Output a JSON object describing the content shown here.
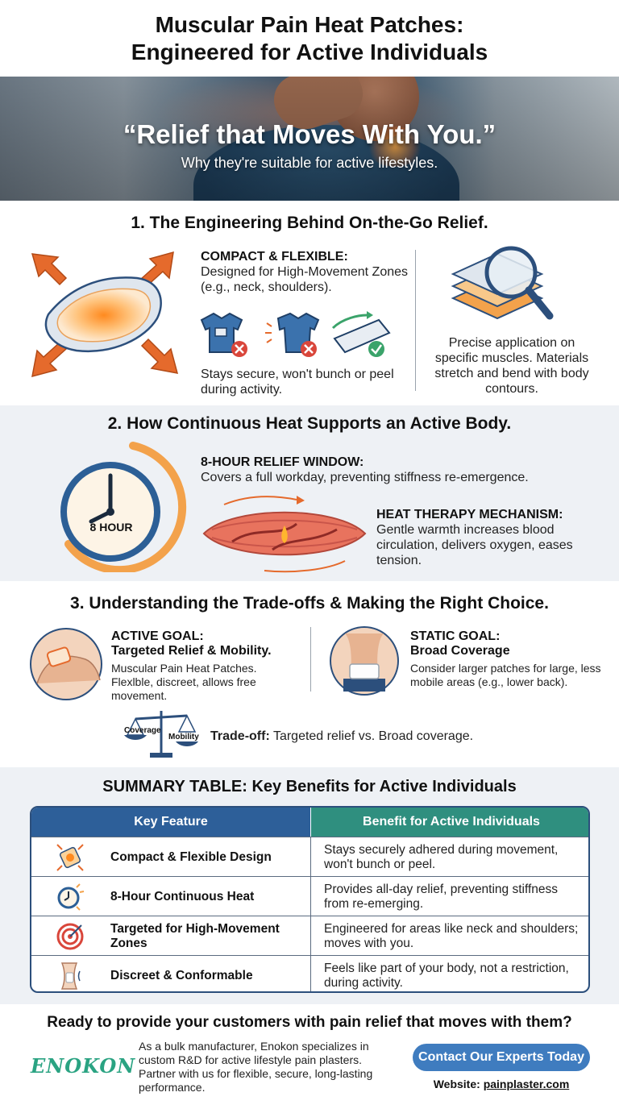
{
  "title_line1": "Muscular Pain Heat Patches:",
  "title_line2": "Engineered for Active Individuals",
  "hero": {
    "quote": "“Relief that Moves With You.”",
    "subtitle": "Why they're suitable for active lifestyles."
  },
  "section1": {
    "heading": "1. The Engineering Behind On-the-Go Relief.",
    "compact_label": "COMPACT & FLEXIBLE:",
    "compact_text": "Designed for High-Movement Zones (e.g., neck, shoulders).",
    "secure_text": "Stays secure, won't bunch or peel during activity.",
    "precise_text": "Precise application on specific muscles. Materials stretch and bend with body contours."
  },
  "section2": {
    "heading": "2. How Continuous Heat Supports an Active Body.",
    "clock_label": "8 HOUR",
    "window_label": "8-HOUR RELIEF WINDOW:",
    "window_text": "Covers a full workday, preventing stiffness re-emergence.",
    "mech_label": "HEAT THERAPY MECHANISM:",
    "mech_text": "Gentle warmth increases blood circulation, delivers oxygen, eases tension."
  },
  "section3": {
    "heading": "3. Understanding the Trade-offs & Making the Right Choice.",
    "active_label": "ACTIVE GOAL:",
    "active_sub": "Targeted Relief & Mobility.",
    "active_text": "Muscular Pain Heat Patches. Flexlble, discreet, allows free movement.",
    "static_label": "STATIC GOAL:",
    "static_sub": "Broad Coverage",
    "static_text": "Consider larger patches for large, less mobile areas (e.g., lower back).",
    "scale_left": "Coverage",
    "scale_right": "Mobility",
    "tradeoff_label": "Trade-off:",
    "tradeoff_text": "Targeted relief vs. Broad coverage."
  },
  "summary": {
    "heading": "SUMMARY TABLE: Key Benefits for Active Individuals",
    "col1": "Key Feature",
    "col2": "Benefit for Active Individuals",
    "rows": [
      {
        "feature": "Compact & Flexible Design",
        "benefit": "Stays securely adhered during movement, won't bunch or peel.",
        "icon": "patch-icon"
      },
      {
        "feature": "8-Hour Continuous Heat",
        "benefit": "Provides all-day relief, preventing stiffness from re-emerging.",
        "icon": "clock-sun-icon"
      },
      {
        "feature": "Targeted for High-Movement Zones",
        "benefit": "Engineered for areas like neck and shoulders; moves with you.",
        "icon": "target-icon"
      },
      {
        "feature": "Discreet & Conformable",
        "benefit": "Feels like part of your body, not a restriction, during activity.",
        "icon": "body-patch-icon"
      }
    ],
    "colors": {
      "header_blue": "#2d5f99",
      "header_teal": "#2f8f7f"
    }
  },
  "cta": {
    "heading": "Ready to provide your customers with pain relief that moves with them?",
    "logo": "ENOKON",
    "text": "As a bulk manufacturer, Enokon specializes in custom R&D for active lifestyle pain plasters. Partner with us for flexible, secure, long-lasting performance.",
    "button": "Contact Our Experts Today",
    "website_label": "Website:",
    "website_url": "painplaster.com"
  }
}
